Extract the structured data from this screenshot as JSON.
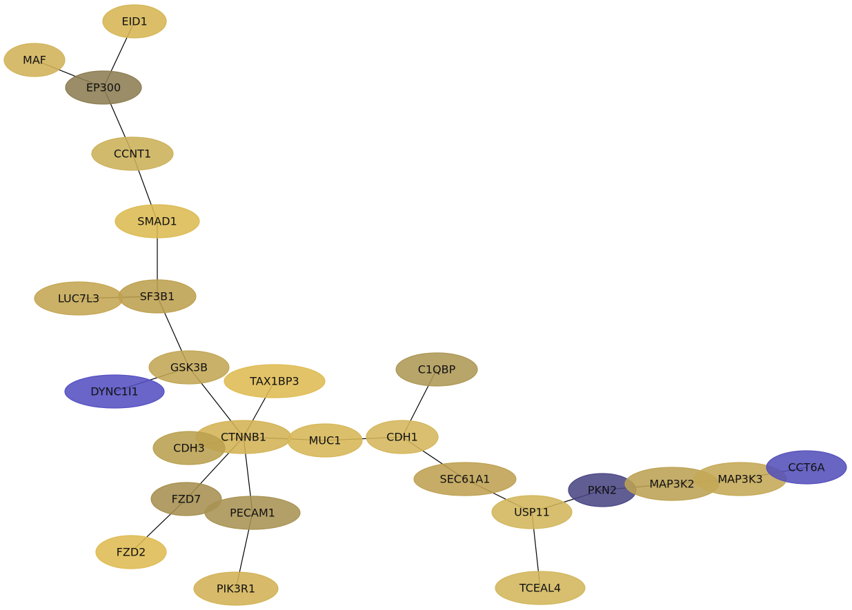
{
  "nodes": [
    {
      "id": "EID1",
      "label": "EID1",
      "color": "#d6b552"
    },
    {
      "id": "MAF",
      "label": "MAF",
      "color": "#d1b259"
    },
    {
      "id": "EP300",
      "label": "EP300",
      "color": "#8c7d52"
    },
    {
      "id": "CCNT1",
      "label": "CCNT1",
      "color": "#ccb059"
    },
    {
      "id": "SMAD1",
      "label": "SMAD1",
      "color": "#dcbb52"
    },
    {
      "id": "LUC7L3",
      "label": "LUC7L3",
      "color": "#c4a652"
    },
    {
      "id": "SF3B1",
      "label": "SF3B1",
      "color": "#bda04f"
    },
    {
      "id": "GSK3B",
      "label": "GSK3B",
      "color": "#c2a655"
    },
    {
      "id": "DYNC1I1",
      "label": "DYNC1I1",
      "color": "#5450c2"
    },
    {
      "id": "TAX1BP3",
      "label": "TAX1BP3",
      "color": "#dfbb52"
    },
    {
      "id": "CTNNB1",
      "label": "CTNNB1",
      "color": "#d3b355"
    },
    {
      "id": "CDH3",
      "label": "CDH3",
      "color": "#b9a050"
    },
    {
      "id": "MUC1",
      "label": "MUC1",
      "color": "#d6b657"
    },
    {
      "id": "CDH1",
      "label": "CDH1",
      "color": "#d4b65b"
    },
    {
      "id": "C1QBP",
      "label": "C1QBP",
      "color": "#ad9855"
    },
    {
      "id": "SEC61A1",
      "label": "SEC61A1",
      "color": "#bea152"
    },
    {
      "id": "FZD7",
      "label": "FZD7",
      "color": "#a68f50"
    },
    {
      "id": "PECAM1",
      "label": "PECAM1",
      "color": "#a89353"
    },
    {
      "id": "FZD2",
      "label": "FZD2",
      "color": "#dfbb52"
    },
    {
      "id": "PIK3R1",
      "label": "PIK3R1",
      "color": "#d2b255"
    },
    {
      "id": "USP11",
      "label": "USP11",
      "color": "#d2b65b"
    },
    {
      "id": "TCEAL4",
      "label": "TCEAL4",
      "color": "#d2b65b"
    },
    {
      "id": "PKN2",
      "label": "PKN2",
      "color": "#4a4784"
    },
    {
      "id": "MAP3K2",
      "label": "MAP3K2",
      "color": "#bca253"
    },
    {
      "id": "MAP3K3",
      "label": "MAP3K3",
      "color": "#c4a956"
    },
    {
      "id": "CCT6A",
      "label": "CCT6A",
      "color": "#5450bb"
    }
  ],
  "edges": [
    [
      "EID1",
      "EP300"
    ],
    [
      "MAF",
      "EP300"
    ],
    [
      "EP300",
      "CCNT1"
    ],
    [
      "CCNT1",
      "SMAD1"
    ],
    [
      "SMAD1",
      "SF3B1"
    ],
    [
      "SF3B1",
      "LUC7L3"
    ],
    [
      "SF3B1",
      "GSK3B"
    ],
    [
      "GSK3B",
      "DYNC1I1"
    ],
    [
      "GSK3B",
      "CTNNB1"
    ],
    [
      "TAX1BP3",
      "CTNNB1"
    ],
    [
      "CTNNB1",
      "CDH3"
    ],
    [
      "CTNNB1",
      "MUC1"
    ],
    [
      "CTNNB1",
      "FZD7"
    ],
    [
      "CTNNB1",
      "PECAM1"
    ],
    [
      "MUC1",
      "CDH1"
    ],
    [
      "CDH1",
      "C1QBP"
    ],
    [
      "CDH1",
      "SEC61A1"
    ],
    [
      "SEC61A1",
      "USP11"
    ],
    [
      "FZD7",
      "FZD2"
    ],
    [
      "PECAM1",
      "PIK3R1"
    ],
    [
      "USP11",
      "TCEAL4"
    ],
    [
      "USP11",
      "PKN2"
    ],
    [
      "PKN2",
      "MAP3K2"
    ],
    [
      "MAP3K2",
      "MAP3K3"
    ],
    [
      "MAP3K3",
      "CCT6A"
    ]
  ]
}
